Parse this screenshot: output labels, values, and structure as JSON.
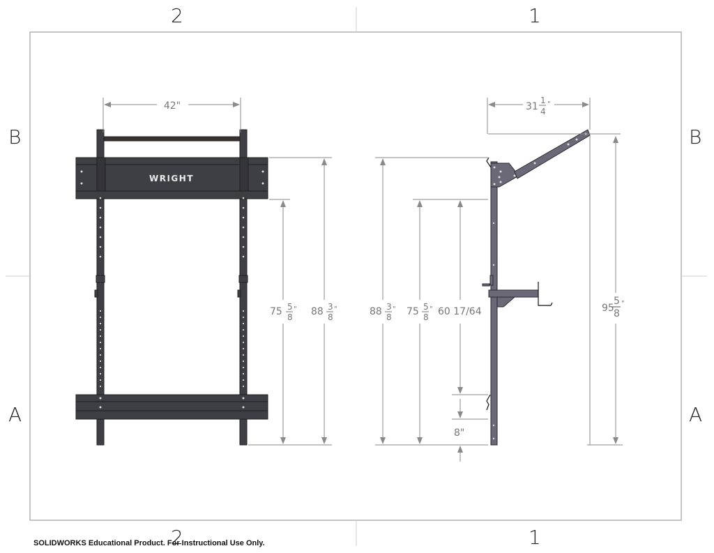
{
  "sheet": {
    "zones_top": [
      "2",
      "1"
    ],
    "zones_bottom": [
      "2",
      "1"
    ],
    "zones_left": [
      "B",
      "A"
    ],
    "zones_right": [
      "B",
      "A"
    ]
  },
  "brand_label": "WRIGHT",
  "front_view": {
    "width_dim": "42\"",
    "height_inner": {
      "whole": "75",
      "num": "5",
      "den": "8",
      "unit": "\""
    },
    "height_outer": {
      "whole": "88",
      "num": "3",
      "den": "8",
      "unit": "\""
    }
  },
  "side_view": {
    "depth_dim": {
      "whole": "31",
      "num": "1",
      "den": "4",
      "unit": "\""
    },
    "height_outer": {
      "whole": "88",
      "num": "3",
      "den": "8",
      "unit": "\""
    },
    "height_inner": {
      "whole": "75",
      "num": "5",
      "den": "8",
      "unit": "\""
    },
    "height_mid": "60 17/64",
    "bottom_dim": "8\"",
    "overall_height": {
      "whole": "95",
      "num": "5",
      "den": "8",
      "unit": "\""
    }
  },
  "footer": {
    "watermark": "SOLIDWORKS Educational Product. For Instructional Use Only."
  },
  "colors": {
    "frame_dark": "#3e3e45",
    "frame_side": "#6b6878",
    "dimension": "#8a8a8a",
    "border": "#b0b0b0"
  }
}
